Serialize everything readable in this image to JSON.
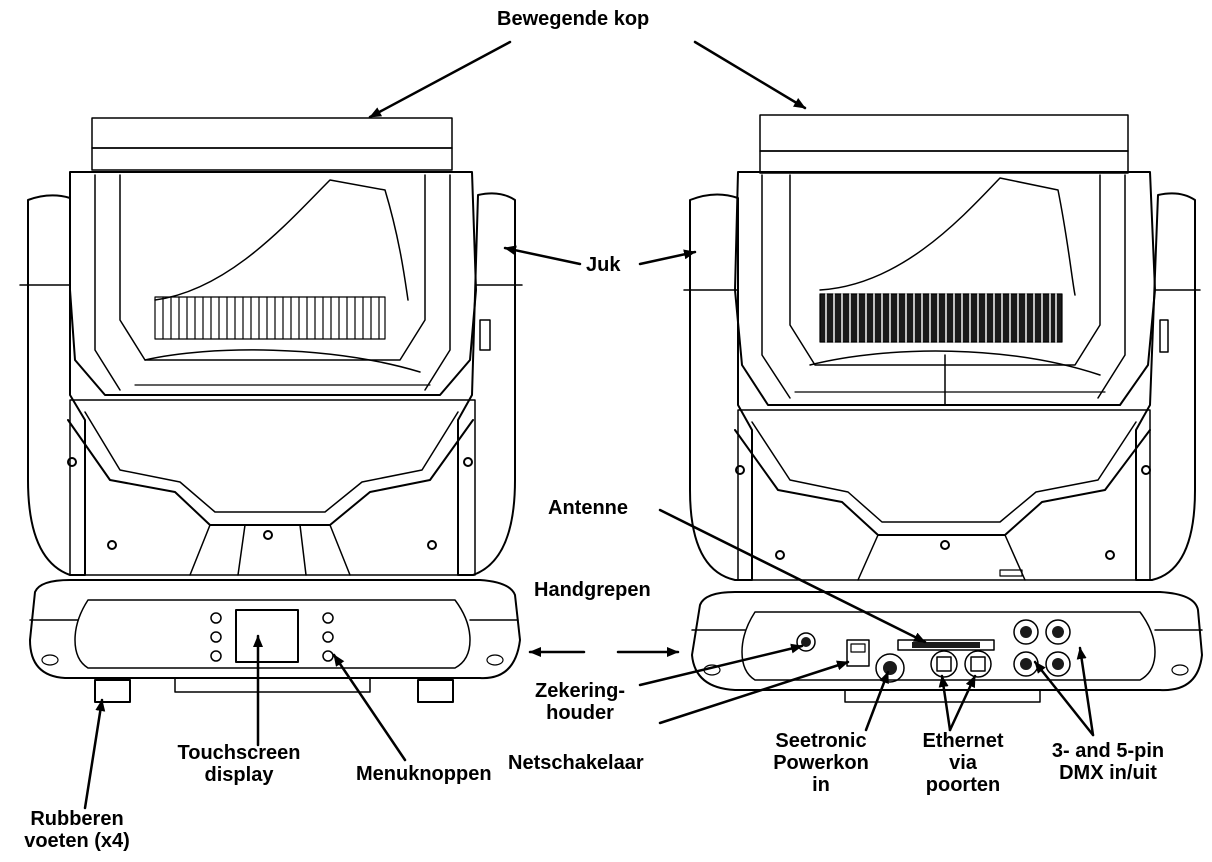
{
  "labels": {
    "moving_head": "Bewegende kop",
    "yoke": "Juk",
    "antenna": "Antenne",
    "handles": "Handgrepen",
    "fuse_holder": "Zekering-\nhouder",
    "power_switch": "Netschakelaar",
    "touchscreen": "Touchscreen\ndisplay",
    "menu_buttons": "Menuknoppen",
    "rubber_feet": "Rubberen\nvoeten (x4)",
    "powerkon": "Seetronic\nPowerkon\nin",
    "ethernet": "Ethernet\nvia\npoorten",
    "dmx": "3- and 5-pin\nDMX in/uit"
  },
  "colors": {
    "line": "#000000",
    "background": "#ffffff",
    "fill_dark": "#1a1a1a",
    "fill_light": "#f4f4f4"
  }
}
